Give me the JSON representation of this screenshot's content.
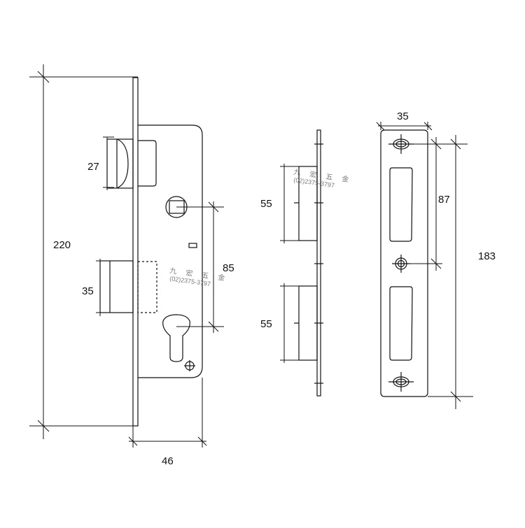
{
  "dimensions": {
    "lock_height": "220",
    "deadbolt_throw": "27",
    "latch_height": "35",
    "handle_to_cylinder": "85",
    "backset": "46",
    "keeper_opening_upper": "55",
    "keeper_opening_lower": "55",
    "strike_width": "35",
    "strike_hole_spacing": "87",
    "strike_length": "183"
  },
  "watermarks": [
    {
      "brand": "九 宏 五 金",
      "phone": "(02)2375-3797"
    },
    {
      "brand": "九 宏 五 金",
      "phone": "(02)2375-3797"
    }
  ],
  "colors": {
    "line": "#111111",
    "watermark": "#7a7a7a"
  }
}
